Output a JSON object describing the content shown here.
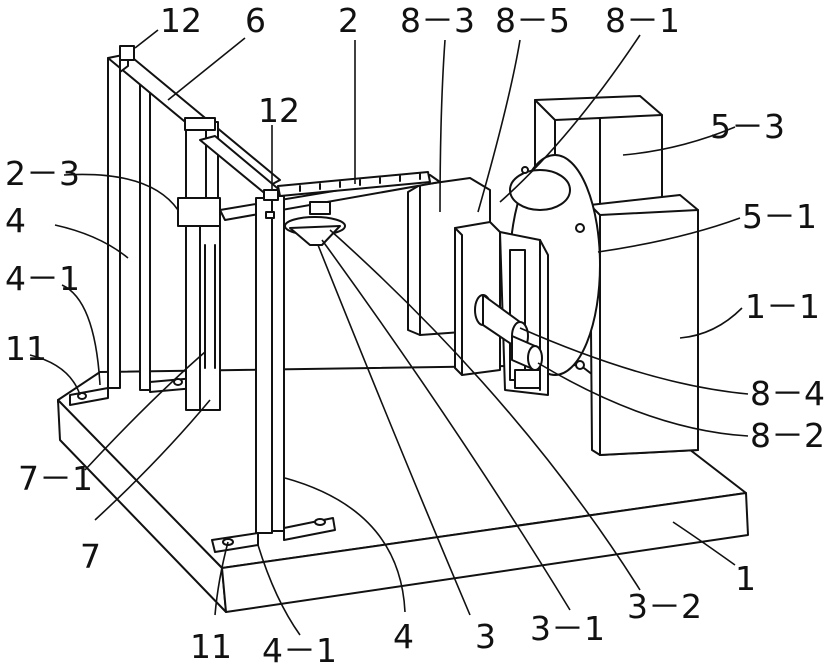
{
  "figure": {
    "labels": {
      "12_left": "12",
      "6": "6",
      "2": "2",
      "8_3": "8－3",
      "8_5": "8－5",
      "8_1": "8－1",
      "12_mid": "12",
      "5_3": "5－3",
      "2_3": "2－3",
      "4_top": "4",
      "5_1": "5－1",
      "4_1_left": "4－1",
      "1_1": "1－1",
      "11_left": "11",
      "8_4": "8－4",
      "8_2": "8－2",
      "7_1": "7－1",
      "1": "1",
      "7": "7",
      "11_bottom": "11",
      "4_1_bottom": "4－1",
      "4_bottom": "4",
      "3": "3",
      "3_1": "3－1",
      "3_2": "3－2"
    }
  }
}
